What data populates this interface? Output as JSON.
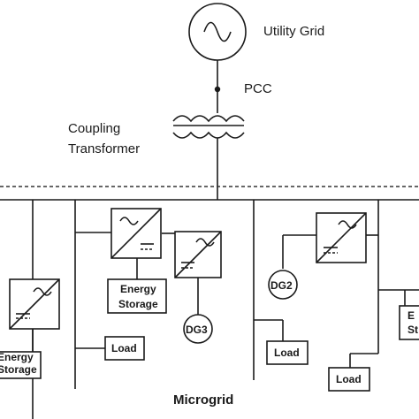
{
  "diagram": {
    "utility_grid": "Utility Grid",
    "pcc": "PCC",
    "coupling_transformer_line1": "Coupling",
    "coupling_transformer_line2": "Transformer",
    "microgrid": "Microgrid",
    "energy_storage_line1": "Energy",
    "energy_storage_line2": "Storage",
    "dg3": "DG3",
    "dg2": "DG2",
    "load": "Load",
    "clipped_energy": "E",
    "clipped_storage": "St"
  }
}
